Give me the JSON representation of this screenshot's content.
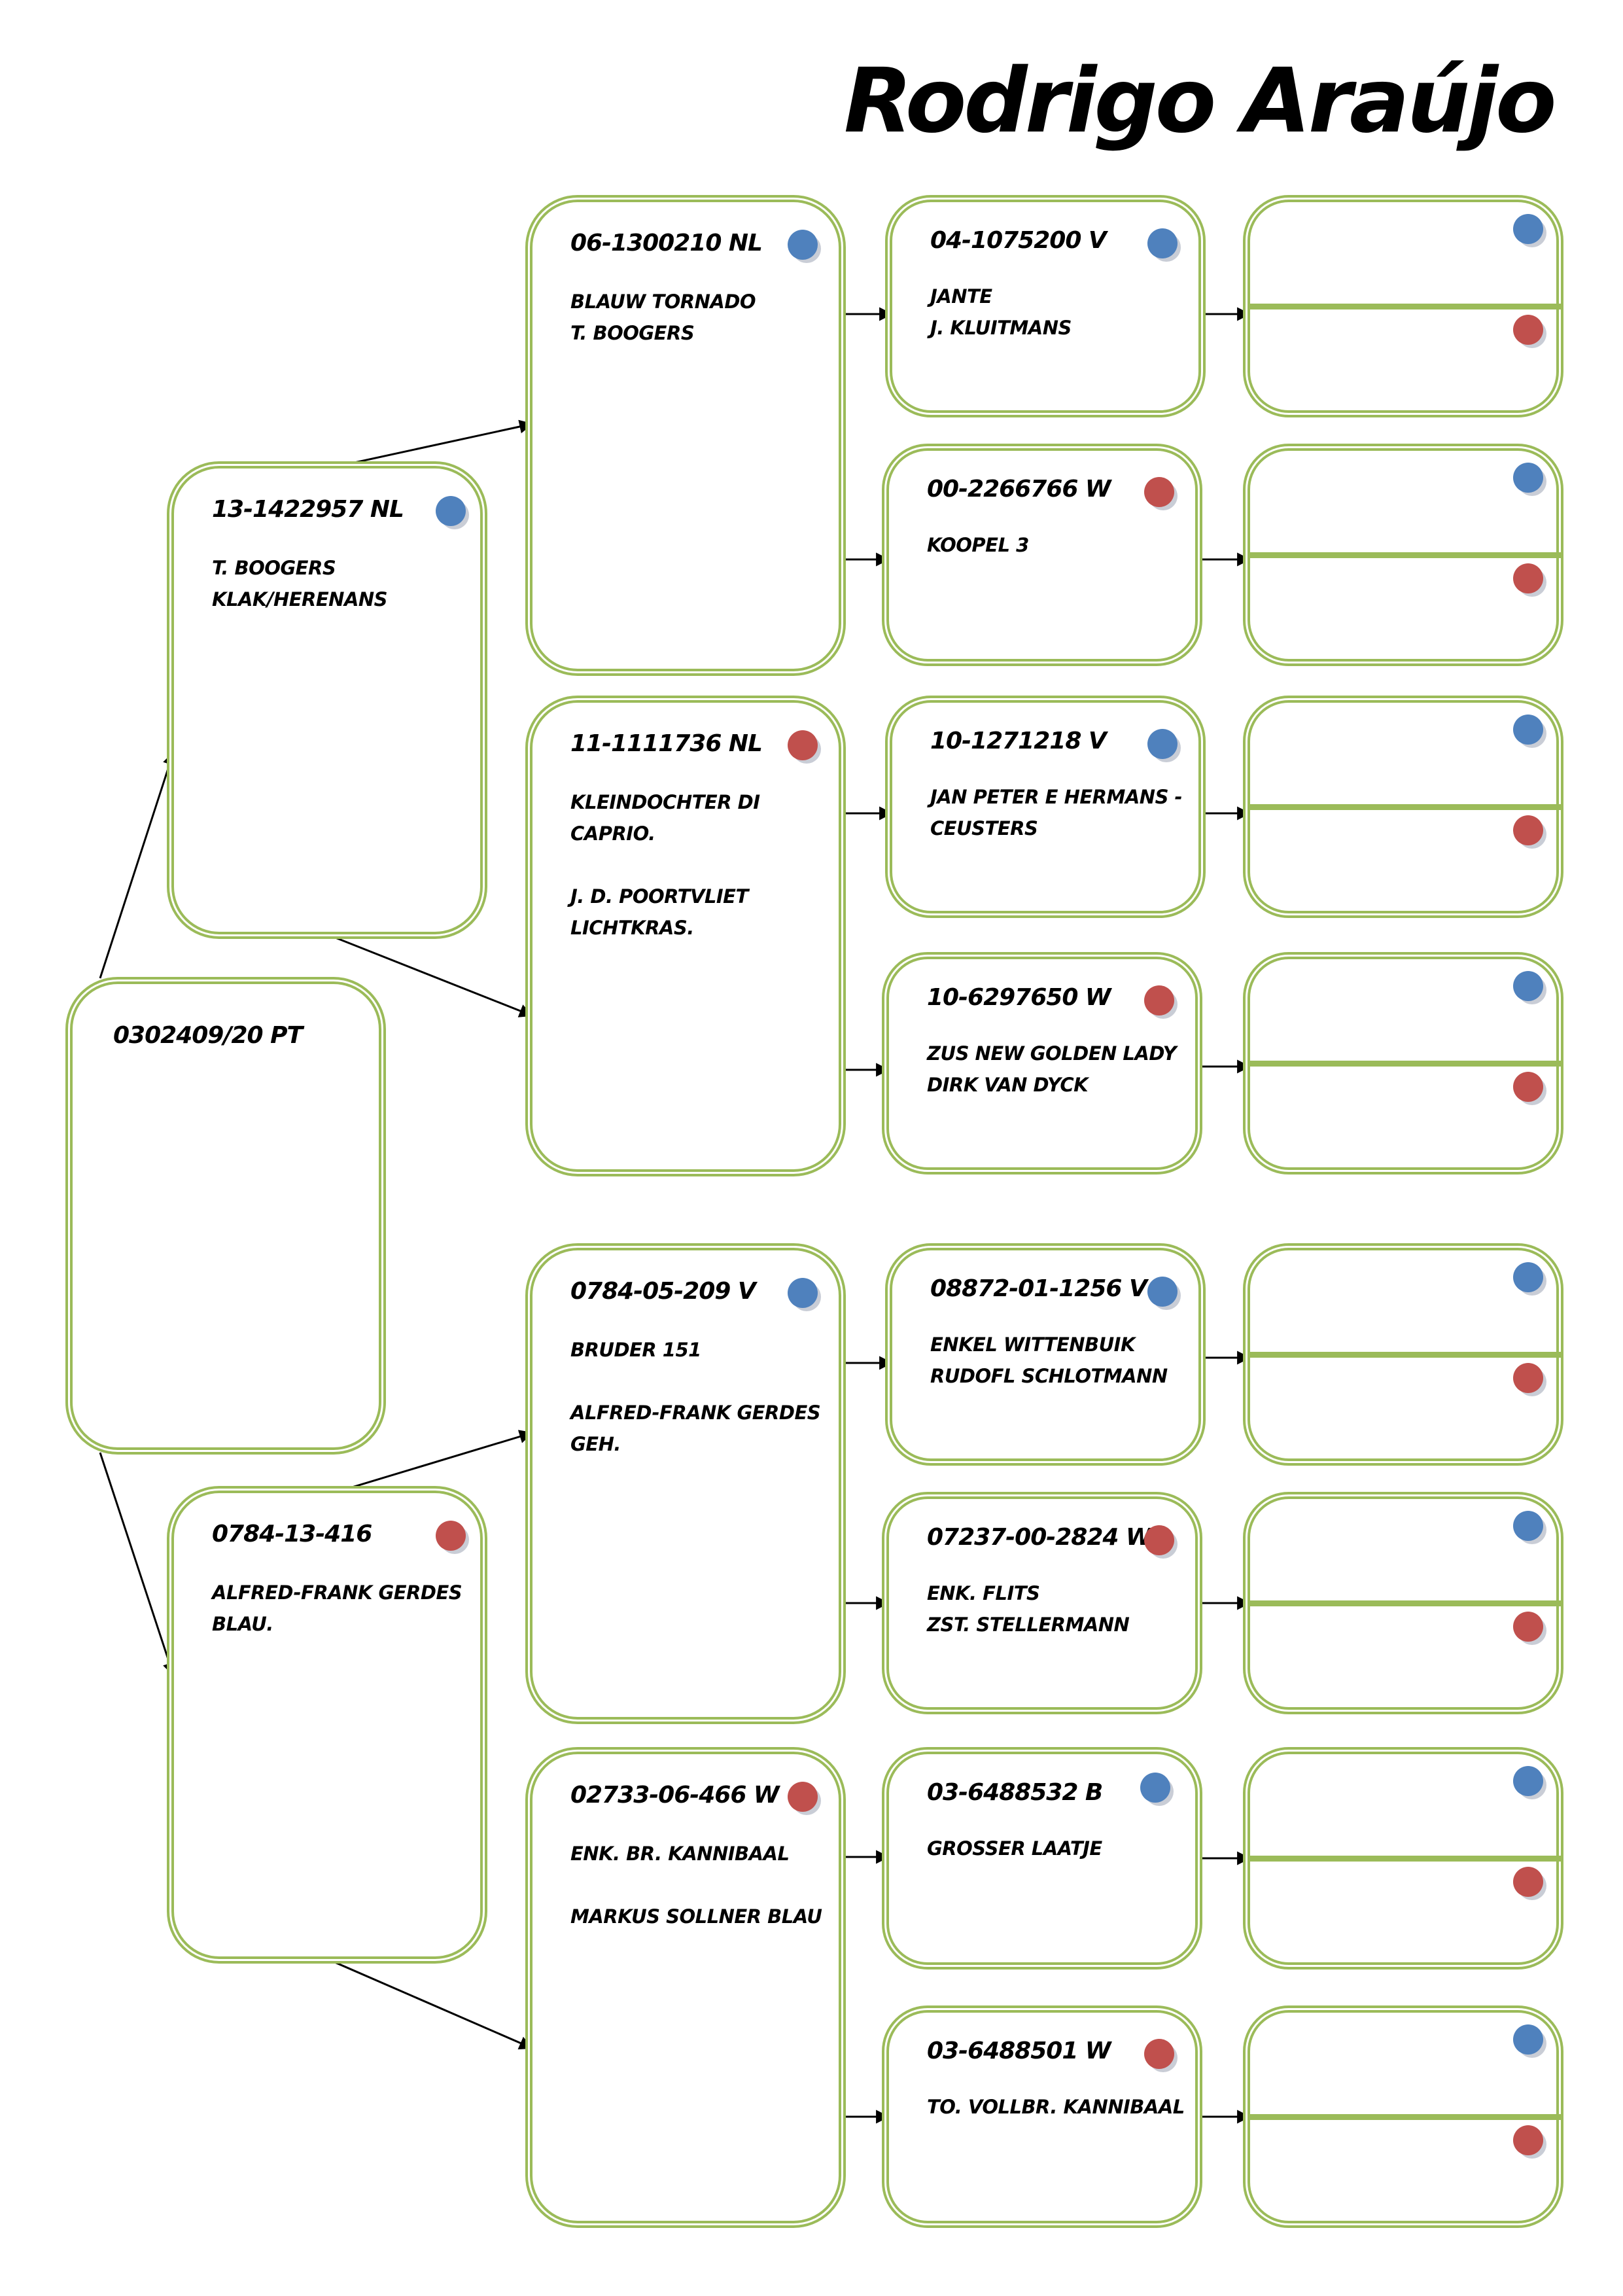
{
  "title": "Rodrigo Araújo",
  "colors": {
    "border": "#9bbb59",
    "male": "#4f81bd",
    "female": "#c0504d",
    "line": "#000000"
  },
  "subject": {
    "ring": "0302409/20 PT",
    "lines": []
  },
  "parents": [
    {
      "ring": "13-1422957 NL",
      "sex": "male",
      "lines": [
        "T. BOOGERS",
        "KLAK/HERENANS"
      ]
    },
    {
      "ring": "0784-13-416",
      "sex": "female",
      "lines": [
        "ALFRED-FRANK GERDES",
        "BLAU."
      ]
    }
  ],
  "grandparents": [
    {
      "ring": "06-1300210 NL",
      "sex": "male",
      "lines": [
        "BLAUW TORNADO",
        "T. BOOGERS"
      ]
    },
    {
      "ring": "11-1111736 NL",
      "sex": "female",
      "lines": [
        "KLEINDOCHTER DI",
        "CAPRIO.",
        "",
        "J. D. POORTVLIET",
        "LICHTKRAS."
      ]
    },
    {
      "ring": "0784-05-209 V",
      "sex": "male",
      "lines": [
        "BRUDER 151",
        "",
        "ALFRED-FRANK GERDES",
        "GEH."
      ]
    },
    {
      "ring": "02733-06-466 W",
      "sex": "female",
      "lines": [
        "ENK. BR. KANNIBAAL",
        "",
        "MARKUS SOLLNER BLAU"
      ]
    }
  ],
  "great_grandparents": [
    {
      "ring": "04-1075200 V",
      "sex": "male",
      "lines": [
        "JANTE",
        "J. KLUITMANS"
      ]
    },
    {
      "ring": "00-2266766 W",
      "sex": "female",
      "lines": [
        "KOOPEL 3"
      ]
    },
    {
      "ring": "10-1271218 V",
      "sex": "male",
      "lines": [
        "JAN PETER E HERMANS -",
        "CEUSTERS"
      ]
    },
    {
      "ring": "10-6297650 W",
      "sex": "female",
      "lines": [
        "ZUS NEW GOLDEN LADY",
        "DIRK VAN DYCK"
      ]
    },
    {
      "ring": "08872-01-1256 V",
      "sex": "male",
      "lines": [
        "ENKEL WITTENBUIK",
        "RUDOFL SCHLOTMANN"
      ]
    },
    {
      "ring": "07237-00-2824 W",
      "sex": "female",
      "lines": [
        "ENK. FLITS",
        "ZST. STELLERMANN"
      ]
    },
    {
      "ring": "03-6488532 B",
      "sex": "male",
      "lines": [
        "GROSSER LAATJE"
      ]
    },
    {
      "ring": "03-6488501 W",
      "sex": "female",
      "lines": [
        "TO. VOLLBR. KANNIBAAL"
      ]
    }
  ],
  "gen4_slots": 8
}
